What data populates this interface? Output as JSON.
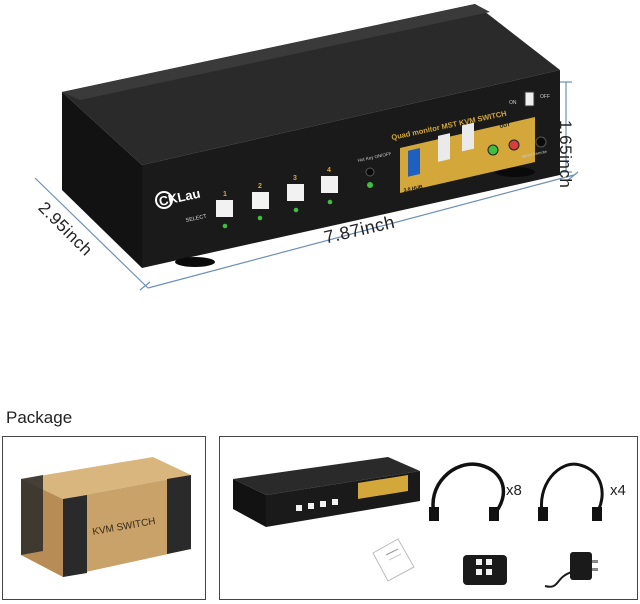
{
  "product": {
    "brand": "CKLau",
    "model_text": "Quad monitor MST KVM SWITCH",
    "select_label": "SELECT",
    "port_numbers": [
      "1",
      "2",
      "3",
      "4"
    ],
    "hotkey_label": "Hot Key ON/OFF",
    "usb3_label": "3.0 HUB",
    "out_label": "OUT",
    "on_label": "ON",
    "off_label": "OFF",
    "wired_remote_label": "Wired Remote"
  },
  "dimensions": {
    "height": "1.65inch",
    "depth": "2.95inch",
    "width": "7.87inch"
  },
  "package": {
    "title": "Package",
    "box_text": "KVM SWITCH",
    "dp_cable_qty": "x8",
    "usb_cable_qty": "x4"
  },
  "colors": {
    "device_body": "#1e1e1e",
    "gold_accent": "#d4a73a",
    "dimension_line": "#6e8fb8",
    "led_green": "#3fbf3f",
    "cardboard": "#c9a26a"
  }
}
